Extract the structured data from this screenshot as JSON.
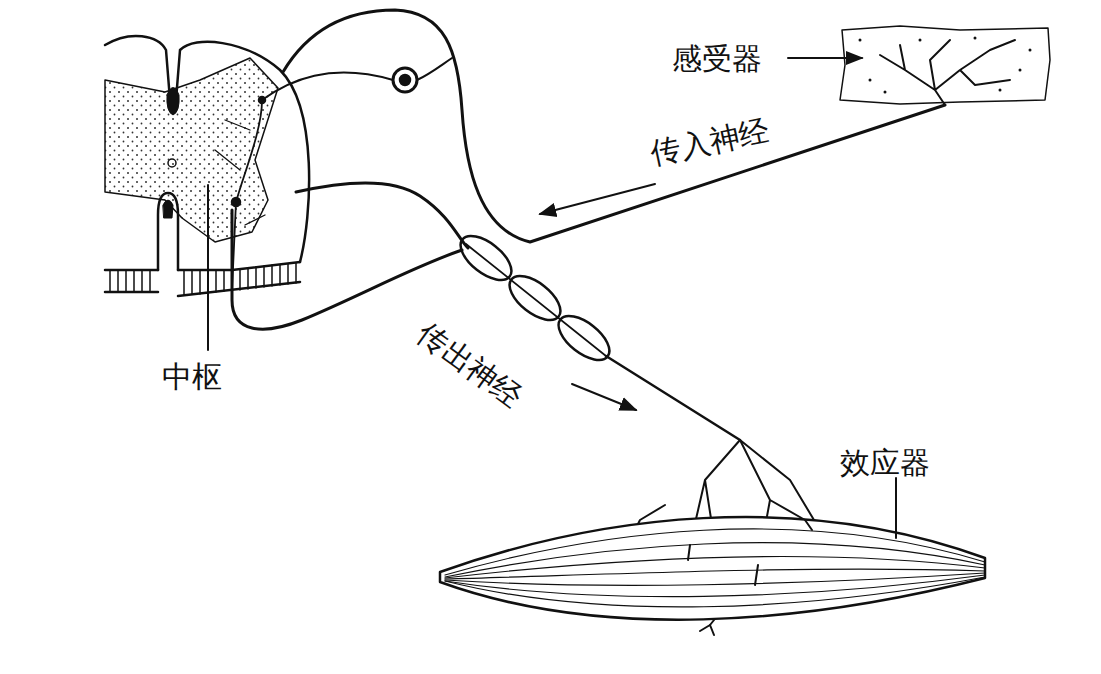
{
  "diagram": {
    "labels": [
      "感受器",
      "传入神经",
      "传出神经",
      "中枢",
      "效应器"
    ]
  }
}
